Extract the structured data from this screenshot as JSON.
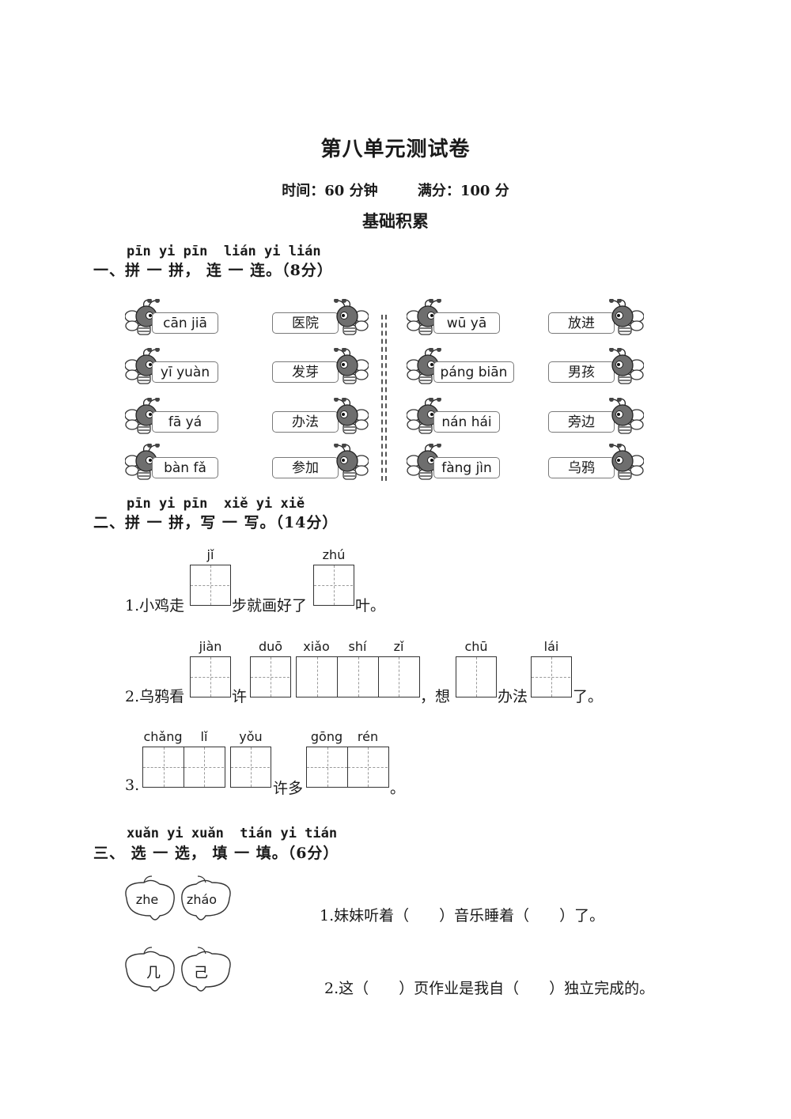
{
  "header": {
    "title": "第八单元测试卷",
    "time": "时间：60 分钟",
    "score": "满分：100 分",
    "section": "基础积累"
  },
  "q1": {
    "pinyin": "pīn yi pīn  lián yi lián",
    "heading": "一、拼 一 拼， 连 一 连。（8分）",
    "left_pinyin": [
      "cān jiā",
      "yī yuàn",
      "fā yá",
      "bàn fǎ"
    ],
    "left_words": [
      "医院",
      "发芽",
      "办法",
      "参加"
    ],
    "right_pinyin": [
      "wū yā",
      "páng biān",
      "nán hái",
      "fàng jìn"
    ],
    "right_words": [
      "放进",
      "男孩",
      "旁边",
      "乌鸦"
    ]
  },
  "q2": {
    "pinyin": "pīn yi pīn  xiě yi xiě",
    "heading": "二、拼 一 拼，写 一 写。（14分）",
    "s1": {
      "t1": "1.小鸡走",
      "t2": "步就画好了",
      "t3": "叶。",
      "p1": "jǐ",
      "p2": "zhú"
    },
    "s2": {
      "t1": "2.乌鸦看",
      "t2": "许",
      "t3": "，想",
      "t4": "办法",
      "t5": "了。",
      "p1": "jiàn",
      "p2": "duō",
      "p3": "xiǎo",
      "p4": "shí",
      "p5": "zǐ",
      "p6": "chū",
      "p7": "lái"
    },
    "s3": {
      "t1": "3.",
      "t2": "许多",
      "t3": "。",
      "p1": "chǎng",
      "p2": "lǐ",
      "p3": "yǒu",
      "p4": "gōng",
      "p5": "rén"
    }
  },
  "q3": {
    "pinyin": "xuǎn yi xuǎn  tián yi tián",
    "heading": "三、 选 一 选， 填 一 填。（6分）",
    "leaf1": [
      "zhe",
      "zháo"
    ],
    "leaf2": [
      "几",
      "己"
    ],
    "s1": "1.妹妹听着（　　）音乐睡着（　　）了。",
    "s2": "2.这（　　）页作业是我自（　　）独立完成的。"
  }
}
